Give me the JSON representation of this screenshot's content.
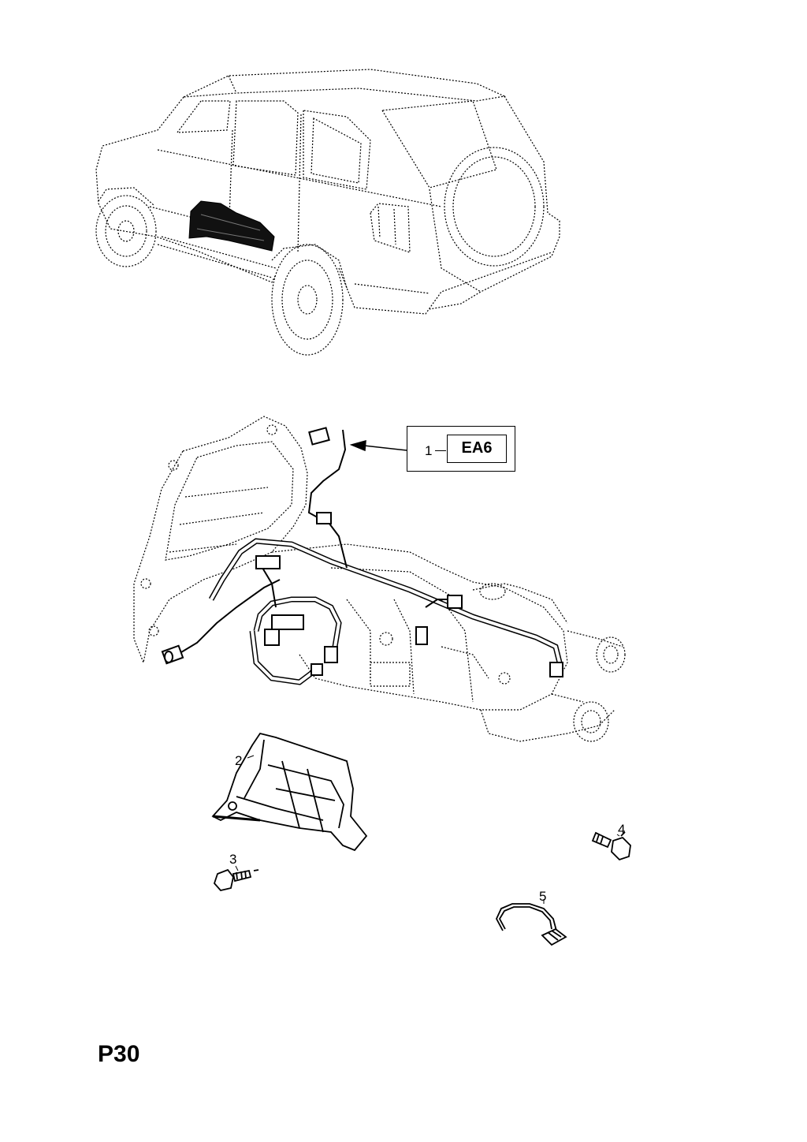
{
  "page": {
    "code": "P30"
  },
  "reference_box": {
    "item_number": "1",
    "code": "EA6"
  },
  "callouts": [
    {
      "number": "2",
      "part": "shield"
    },
    {
      "number": "3",
      "part": "bolt"
    },
    {
      "number": "4",
      "part": "bolt"
    },
    {
      "number": "5",
      "part": "clip"
    }
  ],
  "colors": {
    "line": "#000000",
    "background": "#ffffff",
    "highlight": "#111111"
  }
}
